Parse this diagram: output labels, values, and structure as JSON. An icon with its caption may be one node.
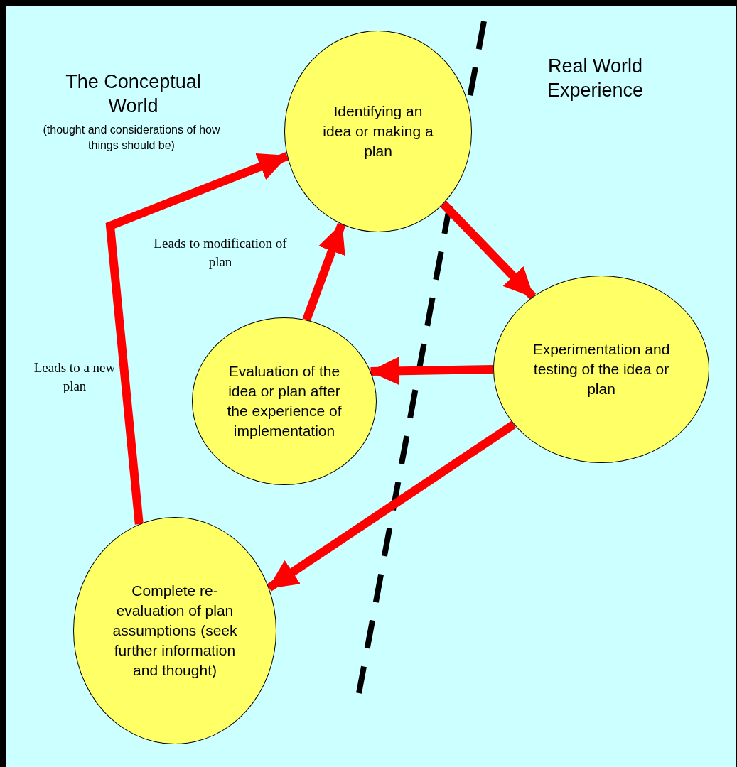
{
  "diagram": {
    "nodes": [
      {
        "text": [
          "Identifying an idea or making a plan"
        ]
      },
      {
        "text": [
          "Experimentation and testing of the idea or plan"
        ]
      },
      {
        "text": [
          "Evaluation of the idea or plan after the experience of implementation"
        ]
      },
      {
        "text": [
          "Complete re-evaluation of plan assumptions (seek further information and thought)"
        ]
      }
    ],
    "edges": [
      {
        "from": 0,
        "to": 1,
        "arrow": "to"
      },
      {
        "from": 1,
        "to": 2,
        "arrow": "to"
      },
      {
        "from": 2,
        "to": 0,
        "arrow": "to",
        "label": "Leads to modification of plan"
      },
      {
        "from": 1,
        "to": 3,
        "arrow": "to"
      },
      {
        "from": 3,
        "to": 0,
        "arrow": "to",
        "label": "Leads to a new plan"
      }
    ],
    "labels": [
      "The Conceptual World",
      "(thought and considerations of how things should be)",
      "Real World Experience"
    ]
  }
}
